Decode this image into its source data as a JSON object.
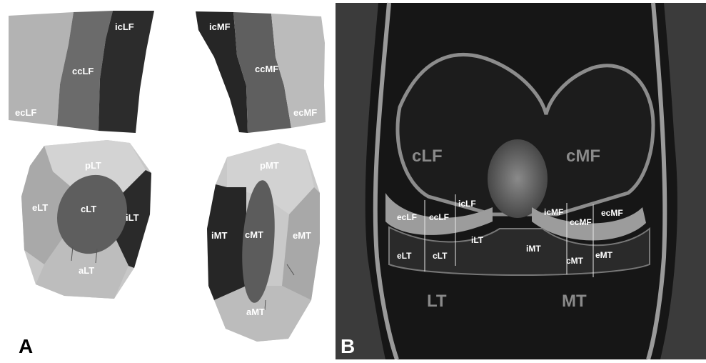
{
  "panel_a": {
    "letter": "A",
    "lateral_femur": {
      "ecLF": "ecLF",
      "ccLF": "ccLF",
      "icLF": "icLF"
    },
    "medial_femur": {
      "icMF": "icMF",
      "ccMF": "ccMF",
      "ecMF": "ecMF"
    },
    "lateral_tibia": {
      "pLT": "pLT",
      "eLT": "eLT",
      "cLT": "cLT",
      "iLT": "iLT",
      "aLT": "aLT"
    },
    "medial_tibia": {
      "pMT": "pMT",
      "iMT": "iMT",
      "cMT": "cMT",
      "eMT": "eMT",
      "aMT": "aMT"
    }
  },
  "panel_b": {
    "letter": "B",
    "big": {
      "cLF": "cLF",
      "cMF": "cMF",
      "LT": "LT",
      "MT": "MT"
    },
    "femur_labels": {
      "ecLF": "ecLF",
      "ccLF": "ccLF",
      "icLF": "icLF",
      "icMF": "icMF",
      "ccMF": "ccMF",
      "ecMF": "ecMF"
    },
    "tibia_labels": {
      "eLT": "eLT",
      "cLT": "cLT",
      "iLT": "iLT",
      "iMT": "iMT",
      "cMT": "cMT",
      "eMT": "eMT"
    }
  },
  "colors": {
    "light": "#b2b2b2",
    "mid": "#6a6a6a",
    "dark": "#2a2a2a",
    "mri_bg": "#161616"
  }
}
